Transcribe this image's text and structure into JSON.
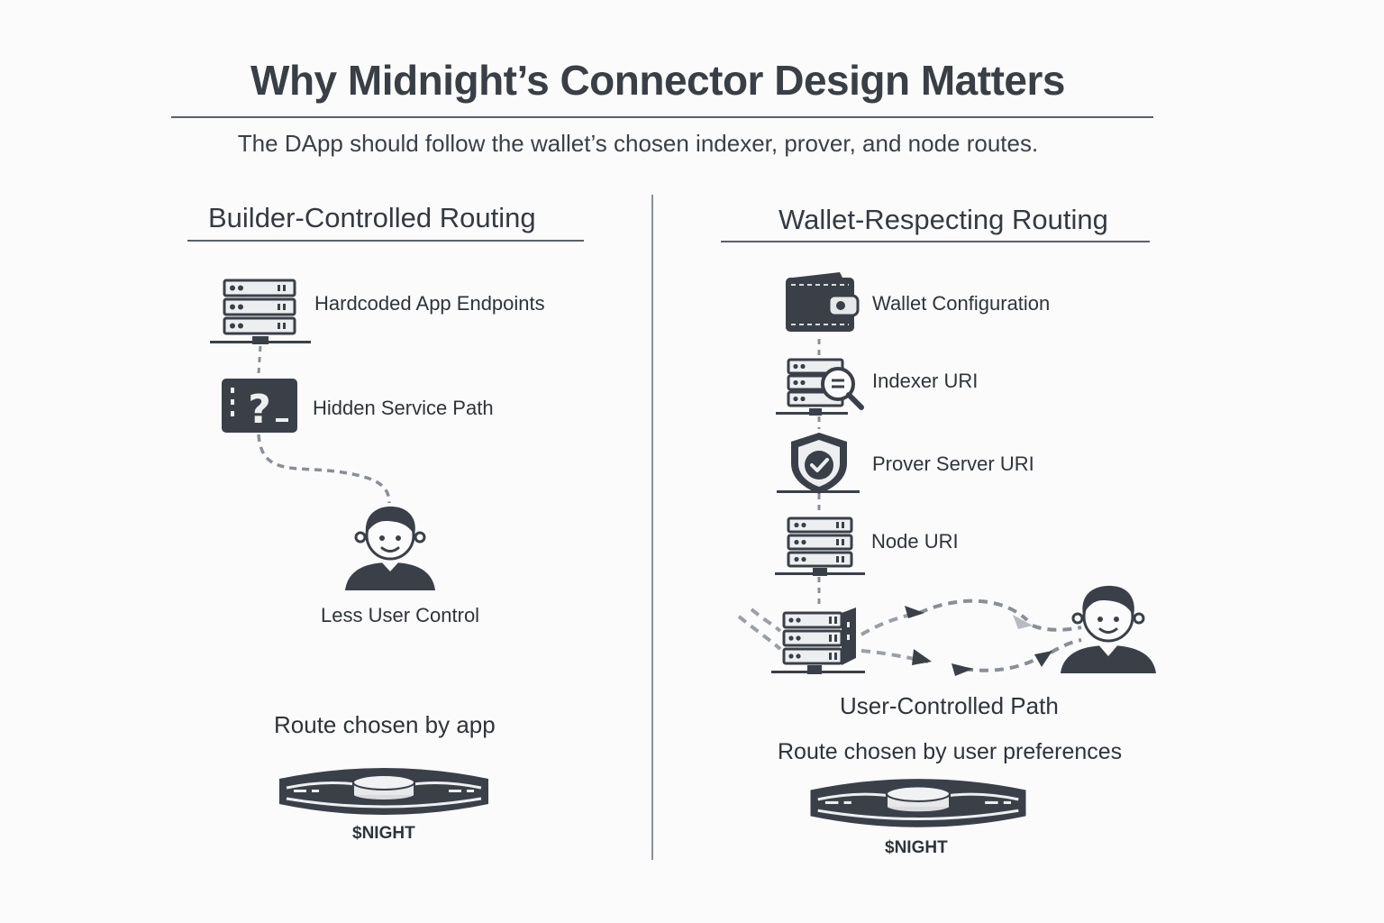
{
  "title": "Why Midnight’s Connector Design Matters",
  "subtitle": "The DApp should follow the wallet’s chosen indexer, prover, and node routes.",
  "left": {
    "heading": "Builder-Controlled Routing",
    "items": [
      {
        "icon": "server-rack-icon",
        "label": "Hardcoded App Endpoints"
      },
      {
        "icon": "hidden-terminal-icon",
        "label": "Hidden Service Path"
      },
      {
        "icon": "user-icon",
        "label": "Less User Control"
      }
    ],
    "route_label": "Route chosen by app",
    "token_label": "$NIGHT"
  },
  "right": {
    "heading": "Wallet-Respecting Routing",
    "items": [
      {
        "icon": "wallet-icon",
        "label": "Wallet Configuration"
      },
      {
        "icon": "indexer-search-icon",
        "label": "Indexer URI"
      },
      {
        "icon": "shield-check-icon",
        "label": "Prover Server URI"
      },
      {
        "icon": "server-rack-icon",
        "label": "Node URI"
      }
    ],
    "path_label": "User-Controlled Path",
    "route_label": "Route chosen by user preferences",
    "token_label": "$NIGHT"
  },
  "colors": {
    "icon_dark": "#3b4048",
    "line_gray": "#8a8f96",
    "rule": "#5b6068"
  }
}
